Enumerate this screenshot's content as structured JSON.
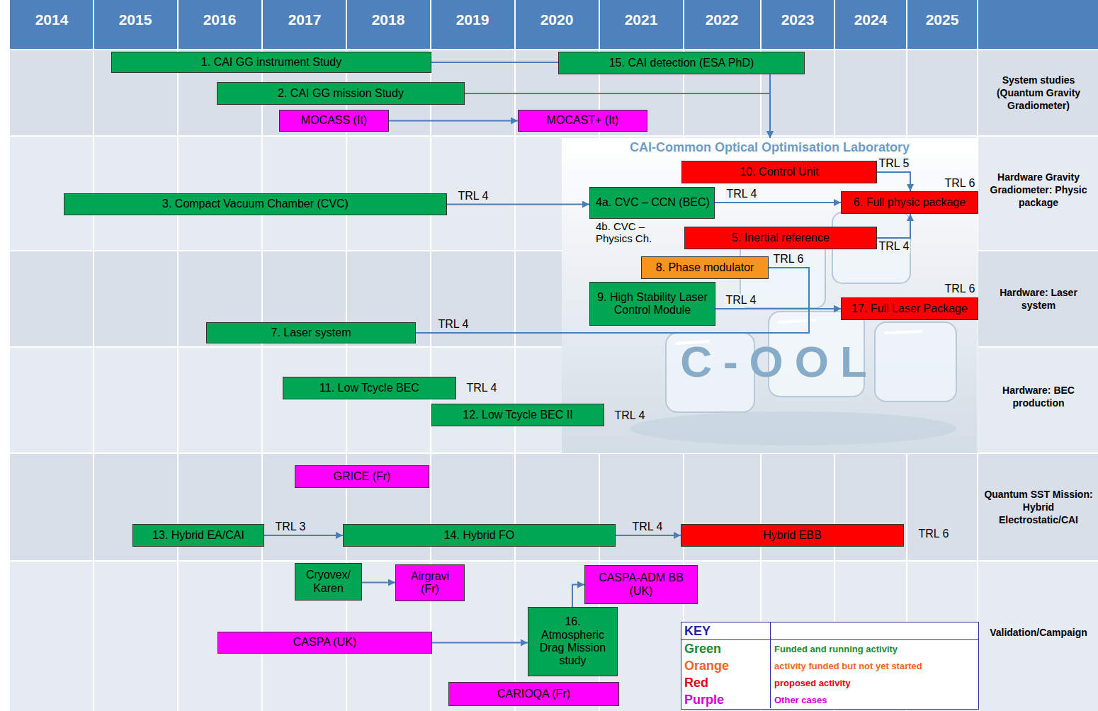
{
  "diagram": {
    "nodes": [
      {
        "text": [
          "1. CAI GG instrument Study"
        ]
      },
      {
        "text": [
          "15. CAI detection (ESA PhD)"
        ]
      },
      {
        "text": [
          "2. CAI GG mission Study"
        ]
      },
      {
        "text": [
          "MOCASS (It)"
        ]
      },
      {
        "text": [
          "MOCAST+ (It)"
        ]
      },
      {
        "text": [
          "CAI-Common Optical Optimisation Laboratory"
        ]
      },
      {
        "text": [
          "10. Control Unit"
        ],
        "in": 5
      },
      {
        "text": [
          "3. Compact Vacuum Chamber (CVC)"
        ]
      },
      {
        "text": [
          "4a. CVC – CCN (BEC)",
          "4b. CVC – Physics Ch."
        ],
        "in": 5
      },
      {
        "text": [
          "6. Full physic package"
        ],
        "in": 5
      },
      {
        "text": [
          "5. Inertial reference"
        ],
        "in": 5
      },
      {
        "text": [
          "8. Phase modulator"
        ],
        "in": 5
      },
      {
        "text": [
          "9. High Stability Laser Control Module"
        ],
        "in": 5
      },
      {
        "text": [
          "17. Full Laser Package"
        ],
        "in": 5
      },
      {
        "text": [
          "7. Laser system"
        ]
      },
      {
        "text": [
          "11. Low Tcycle BEC"
        ]
      },
      {
        "text": [
          "12. Low Tcycle BEC II"
        ]
      },
      {
        "text": [
          "GRICE (Fr)"
        ]
      },
      {
        "text": [
          "13. Hybrid EA/CAI"
        ]
      },
      {
        "text": [
          "14. Hybrid FO"
        ]
      },
      {
        "text": [
          "Hybrid EBB"
        ]
      },
      {
        "text": [
          "Cryovex/ Karen"
        ]
      },
      {
        "text": [
          "Airgravi (Fr)"
        ]
      },
      {
        "text": [
          "CASPA-ADM BB (UK)"
        ]
      },
      {
        "text": [
          "16. Atmospheric Drag Mission study"
        ]
      },
      {
        "text": [
          "CASPA (UK)"
        ]
      },
      {
        "text": [
          "CARIOQA (Fr)"
        ]
      }
    ],
    "edges": [
      {
        "from": 0,
        "to": 1,
        "arrow": "none"
      },
      {
        "from": 1,
        "to": 5,
        "arrow": "to"
      },
      {
        "from": 2,
        "to": 5,
        "arrow": "to"
      },
      {
        "from": 3,
        "to": 4,
        "arrow": "to"
      },
      {
        "from": 7,
        "to": 8,
        "label": "TRL 4",
        "arrow": "to"
      },
      {
        "from": 8,
        "to": 9,
        "label": "TRL 4",
        "arrow": "to"
      },
      {
        "from": 6,
        "to": 9,
        "label": "TRL 5",
        "arrow": "to"
      },
      {
        "from": 10,
        "to": 9,
        "label": "TRL 4",
        "arrow": "to"
      },
      {
        "from": 11,
        "to": 13,
        "label": "TRL 6",
        "arrow": "to"
      },
      {
        "from": 12,
        "to": 13,
        "label": "TRL 4",
        "arrow": "to"
      },
      {
        "from": 14,
        "to": 13,
        "label": "TRL 4",
        "arrow": "to"
      },
      {
        "from": 18,
        "to": 19,
        "label": "TRL 3",
        "arrow": "to"
      },
      {
        "from": 19,
        "to": 20,
        "label": "TRL 4",
        "arrow": "to"
      },
      {
        "from": 21,
        "to": 22,
        "arrow": "to"
      },
      {
        "from": 25,
        "to": 24,
        "arrow": "to"
      },
      {
        "from": 24,
        "to": 23,
        "arrow": "to"
      }
    ],
    "labels": [
      "2014",
      "2015",
      "2016",
      "2017",
      "2018",
      "2019",
      "2020",
      "2021",
      "2022",
      "2023",
      "2024",
      "2025",
      "System studies (Quantum Gravity Gradiometer)",
      "Hardware Gravity Gradiometer: Physic package",
      "Hardware: Laser system",
      "Hardware: BEC production",
      "Quantum SST Mission: Hybrid Electrostatic/CAI",
      "Validation/Campaign",
      "TRL 6",
      "TRL 6",
      "TRL 4",
      "TRL 4",
      "TRL 6",
      "C-OOL",
      "KEY",
      "Green",
      "Orange",
      "Red",
      "Purple"
    ],
    "legend": [
      {
        "text": "Funded and running activity",
        "color": "#1e8a34"
      },
      {
        "text": "activity funded but not yet started",
        "color": "#f26522"
      },
      {
        "text": "proposed activity",
        "color": "#e3001b"
      },
      {
        "text": "Other cases",
        "color": "#d100d1"
      }
    ]
  }
}
